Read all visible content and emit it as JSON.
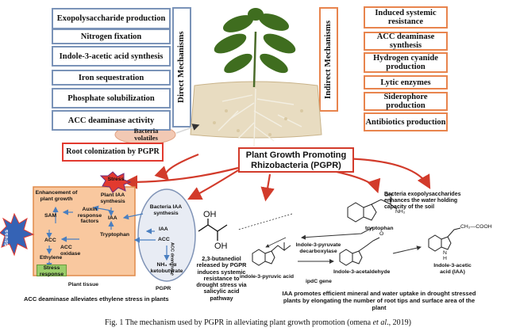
{
  "direct_mechanisms": {
    "label": "Direct   Mechanisms",
    "items": [
      "Exopolysaccharide production",
      "Nitrogen fixation",
      "Indole-3-acetic acid synthesis",
      "Iron sequestration",
      "Phosphate solubilization",
      "ACC deaminase activity"
    ]
  },
  "indirect_mechanisms": {
    "label": "Indirect   Mechanisms",
    "items": [
      "Induced systemic resistance",
      "ACC deaminase synthesis",
      "Hydrogen cyanide production",
      "Lytic enzymes",
      "Siderophore production",
      "Antibiotics production"
    ]
  },
  "bacteria_volatiles": "Bacteria volatiles",
  "root_colonization": "Root colonization by PGPR",
  "pgpr_title_line1": "Plant Growth Promoting",
  "pgpr_title_line2": "Rhizobacteria (PGPR)",
  "plant_tissue": {
    "stress_top": "Stress",
    "stress_left": "Stress",
    "enhancement": "Enhancement of plant growth",
    "plant_iaa": "Plant IAA synthesis",
    "auxin": "Auxin response factors",
    "sam": "SAM",
    "iaa": "IAA",
    "tryptophan": "Tryptophan",
    "acc": "ACC",
    "acc_oxidase": "ACC oxidase",
    "ethylene": "Ethylene",
    "stress_response": "Stress response",
    "label": "Plant tissue"
  },
  "pgpr_cell": {
    "bacteria_iaa": "Bacteria IAA synthesis",
    "iaa": "IAA",
    "acc": "ACC",
    "acc_deaminase": "ACC deaminase",
    "products": "NH₃ + α ketobutyrate",
    "label": "PGPR"
  },
  "acc_caption": "ACC deaminase alleviates ethylene stress in plants",
  "butanediol": {
    "oh1": "OH",
    "oh2": "OH",
    "text": "2,3-butanediol released by PGPR induces systemic resistance to drought stress via salicylic acid pathway"
  },
  "eps_text": "Bacteria exopolysaccharides enhances the water holding capacity of the soil",
  "iaa_pathway": {
    "tryptophan": "tryptophan",
    "nh2": "NH₂",
    "oh": "OH",
    "o": "O",
    "nh": "NH",
    "indole_pyruvic": "indole-3-pyruvic acid",
    "enzyme": "Indole-3-pyruvate decarboxylase",
    "ipdc": "ipdC gene",
    "acetaldehyde": "Indole-3-acetaldehyde",
    "ch2cooh": "CH₂—COOH",
    "n_h": "N",
    "h": "H",
    "iaa_name": "Indole-3-acetic acid (IAA)"
  },
  "iaa_caption": "IAA promotes efficient mineral and water uptake in drought stressed plants by elongating the number of root tips and surface area of the plant",
  "figure_caption_main": "Fig. 1 The mechanism used by PGPR in alleviating plant growth promotion (omena ",
  "figure_caption_etal": "et al",
  "figure_caption_end": "., 2019)"
}
